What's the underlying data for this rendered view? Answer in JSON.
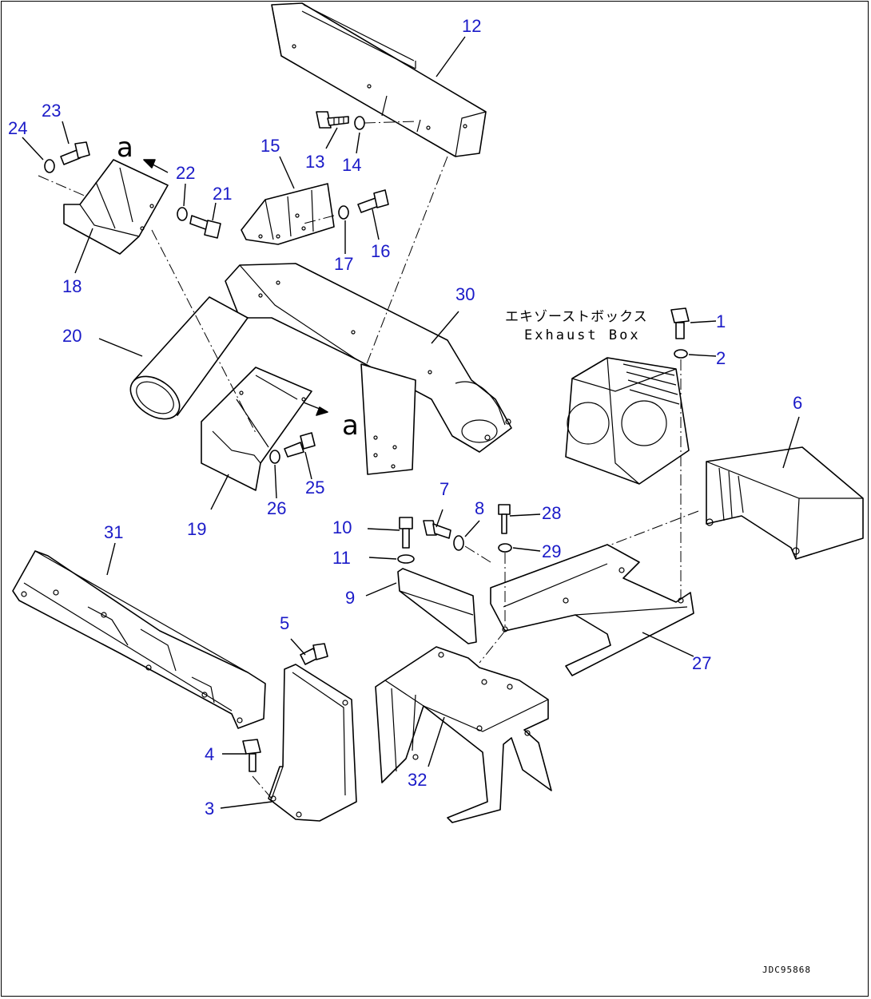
{
  "diagram": {
    "colors": {
      "label": "#1a1ac8",
      "line": "#000000",
      "background": "#ffffff"
    },
    "callouts": [
      {
        "id": "1",
        "text": "1"
      },
      {
        "id": "2",
        "text": "2"
      },
      {
        "id": "3",
        "text": "3"
      },
      {
        "id": "4",
        "text": "4"
      },
      {
        "id": "5",
        "text": "5"
      },
      {
        "id": "6",
        "text": "6"
      },
      {
        "id": "7",
        "text": "7"
      },
      {
        "id": "8",
        "text": "8"
      },
      {
        "id": "9",
        "text": "9"
      },
      {
        "id": "10",
        "text": "10"
      },
      {
        "id": "11",
        "text": "11"
      },
      {
        "id": "12",
        "text": "12"
      },
      {
        "id": "13",
        "text": "13"
      },
      {
        "id": "14",
        "text": "14"
      },
      {
        "id": "15",
        "text": "15"
      },
      {
        "id": "16",
        "text": "16"
      },
      {
        "id": "17",
        "text": "17"
      },
      {
        "id": "18",
        "text": "18"
      },
      {
        "id": "19",
        "text": "19"
      },
      {
        "id": "20",
        "text": "20"
      },
      {
        "id": "21",
        "text": "21"
      },
      {
        "id": "22",
        "text": "22"
      },
      {
        "id": "23",
        "text": "23"
      },
      {
        "id": "24",
        "text": "24"
      },
      {
        "id": "25",
        "text": "25"
      },
      {
        "id": "26",
        "text": "26"
      },
      {
        "id": "27",
        "text": "27"
      },
      {
        "id": "28",
        "text": "28"
      },
      {
        "id": "29",
        "text": "29"
      },
      {
        "id": "30",
        "text": "30"
      },
      {
        "id": "31",
        "text": "31"
      },
      {
        "id": "32",
        "text": "32"
      }
    ],
    "exhaust_box_label_jp": "エキゾーストボックス",
    "exhaust_box_label_en": "Exhaust Box",
    "view_marker_1": "a",
    "view_marker_2": "a",
    "drawing_code": "JDC95868"
  }
}
